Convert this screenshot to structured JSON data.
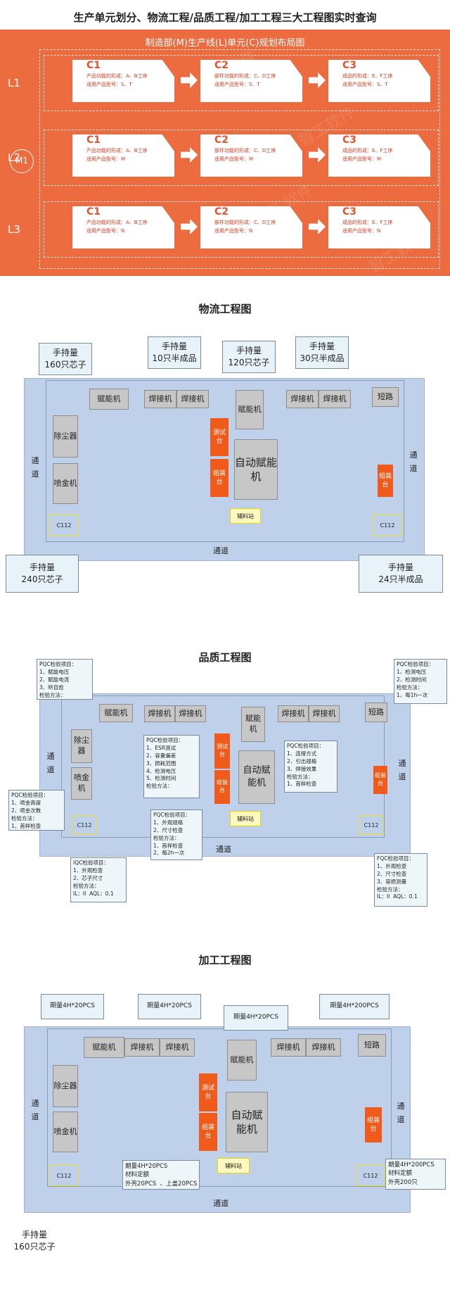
{
  "page_title": "生产单元划分、物流工程/品质工程/加工工程三大工程图实时查询",
  "plan": {
    "title": "制造部(M)生产线(L)单元(C)规划布局图",
    "m_label": "M1",
    "rows": [
      {
        "label": "L1",
        "cards": [
          {
            "code": "C1",
            "line1": "产品功能的形成：A、B工序",
            "line2": "适用产品型号：S、T"
          },
          {
            "code": "C2",
            "line1": "部件功能的形成：C、D工序",
            "line2": "适用产品型号：S、T"
          },
          {
            "code": "C3",
            "line1": "成品的形成：E、F工序",
            "line2": "适用产品型号：S、T"
          }
        ]
      },
      {
        "label": "L2",
        "cards": [
          {
            "code": "C1",
            "line1": "产品功能的形成：A、B工序",
            "line2": "适用产品型号：M"
          },
          {
            "code": "C2",
            "line1": "部件功能的形成：C、D工序",
            "line2": "适用产品型号：M"
          },
          {
            "code": "C3",
            "line1": "成品的形成：E、F工序",
            "line2": "适用产品型号：M"
          }
        ]
      },
      {
        "label": "L3",
        "cards": [
          {
            "code": "C1",
            "line1": "产品功能的形成：A、B工序",
            "line2": "适用产品型号：N"
          },
          {
            "code": "C2",
            "line1": "部件功能的形成：C、D工序",
            "line2": "适用产品型号：N"
          },
          {
            "code": "C3",
            "line1": "成品的形成：E、F工序",
            "line2": "适用产品型号：N"
          }
        ]
      }
    ]
  },
  "common": {
    "fuel": "赋能机",
    "weld": "焊接机",
    "short": "短路",
    "dust": "除尘器",
    "spray": "喷金机",
    "test": "测试台",
    "assem": "组装台",
    "auto": "自动赋能机",
    "aux": "辅料站",
    "c112": "C112",
    "channel": "通道",
    "channel_v": "通道"
  },
  "logistics": {
    "title": "物流工程图",
    "callouts": {
      "a": "手持量\n160只芯子",
      "b": "手持量\n10只半成品",
      "c": "手持量\n120只芯子",
      "d": "手持量\n30只半成品",
      "e": "手持量\n240只芯子",
      "f": "手持量\n24只半成品"
    }
  },
  "quality": {
    "title": "品质工程图",
    "pqc1": "PQC检验项目：\n1、赋能电压\n2、赋能电流\n3、听自愈\n检验方法：",
    "pqc2": "PQC检验项目：\n1、检测电压\n2、检测时间\n检验方法：\n1、每1h一次",
    "pqc3": "PQC检验项目：\n1、ESR测试\n2、容量偏差\n3、损耗范围\n4、检测电压\n5、检测时间\n检验方法：",
    "pqc4": "PQC检验项目：\n1、连接方式\n2、引出规格\n3、焊接效果\n检验方法：\n1、首样检查",
    "pqc5": "PQC检验项目：\n1、喷金高度\n2、喷金次数\n检验方法：\n1、首样检查",
    "pqc6": "PQC检验项目：\n1、外观规格\n2、尺寸检查\n检验方法：\n1、首样检查\n2、每2h一次",
    "iqc": "IQC检验项目：\n1、外观检查\n2、芯子尺寸\n检验方法：\nIL：II  AQL：0.1",
    "fqc": "FQC检验项目：\n1、外观检查\n2、尺寸检查\n3、容损测量\n检验方法：\nIL：II  AQL：0.1"
  },
  "process": {
    "title": "加工工程图",
    "pa": "期量4H*20PCS",
    "pb": "期量4H*20PCS",
    "pc": "期量4H*20PCS",
    "pd": "期量4H*200PCS",
    "pe": "期量4H*20PCS\n材料定额\n外壳20PCS  、上盖20PCS",
    "pf": "期量4H*200PCS\n材料定额\n外壳200只",
    "pg": "手持量\n160只芯子"
  },
  "watermark": "智工软件"
}
